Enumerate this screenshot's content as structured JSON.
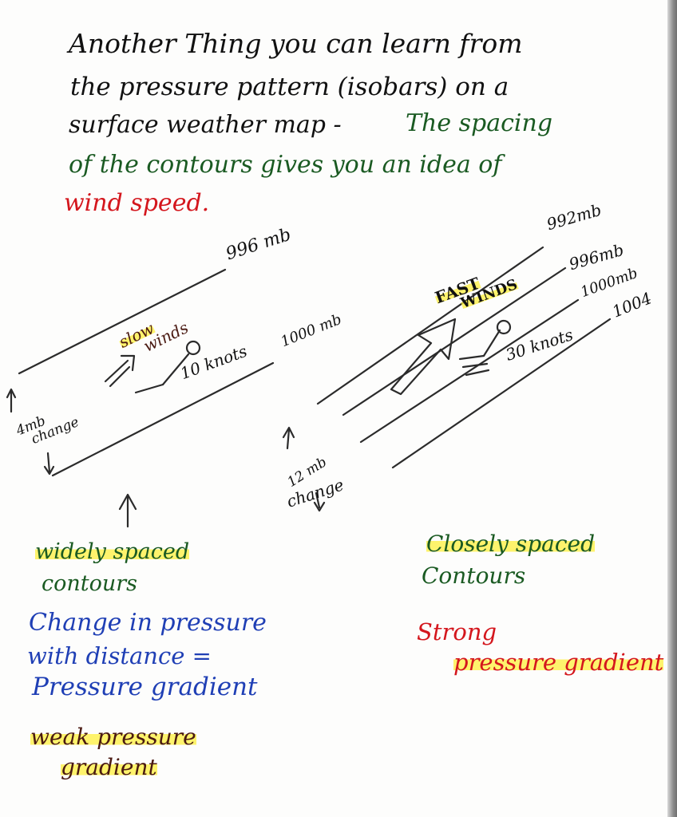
{
  "intro": {
    "line1": "Another Thing you can learn from",
    "line2": "the pressure pattern (isobars) on a",
    "line3_black": "surface weather map -",
    "line3_green": "The spacing",
    "line4": "of the contours gives you an idea of",
    "line5": "wind speed."
  },
  "left_panel": {
    "isobar_top_label": "996 mb",
    "isobar_bottom_label": "1000 mb",
    "wind_label_1": "slow",
    "wind_label_2": "winds",
    "station_label": "10 knots",
    "change_label_1": "4mb",
    "change_label_2": "change",
    "caption_1": "widely spaced",
    "caption_2": "contours",
    "definition_1": "Change in pressure",
    "definition_2": "with distance =",
    "definition_3": "Pressure gradient",
    "gradient_1": "weak pressure",
    "gradient_2": "gradient"
  },
  "right_panel": {
    "isobar_labels": [
      "992mb",
      "996mb",
      "1000mb",
      "1004"
    ],
    "wind_label_1": "FAST",
    "wind_label_2": "WINDS",
    "station_label": "30 knots",
    "change_label_1": "12 mb",
    "change_label_2": "change",
    "caption_1": "Closely spaced",
    "caption_2": "Contours",
    "gradient_1": "Strong",
    "gradient_2": "pressure gradient"
  },
  "colors": {
    "ink_black": "#111111",
    "ink_green": "#1a5a22",
    "ink_red": "#d4161d",
    "ink_blue": "#1f3fb5",
    "ink_brown": "#4a1a12",
    "highlighter": "#fff03c"
  }
}
